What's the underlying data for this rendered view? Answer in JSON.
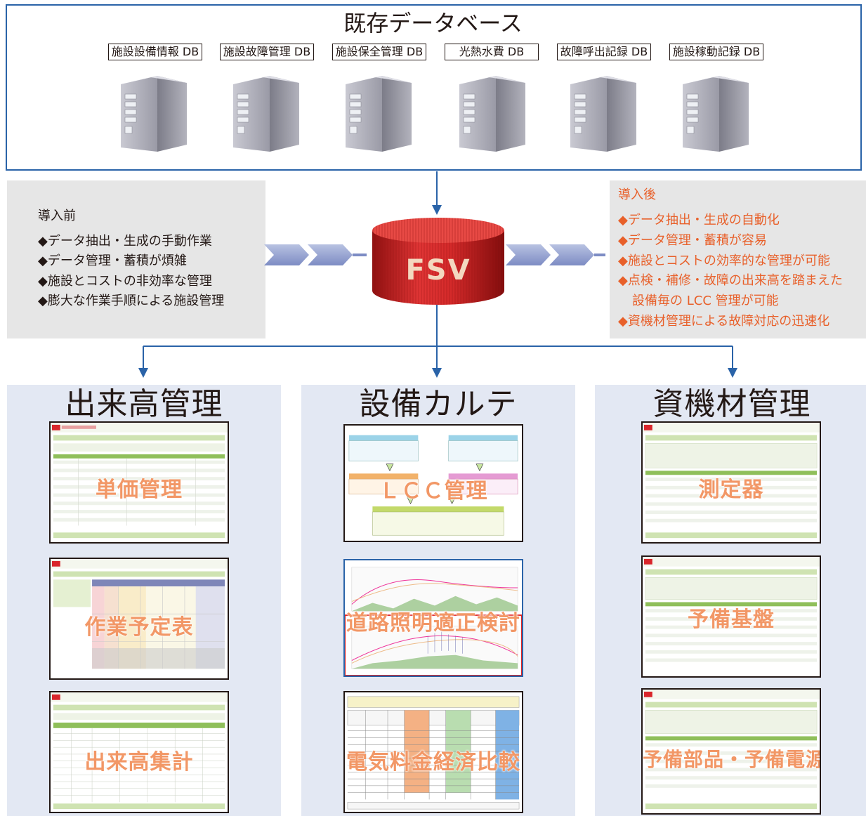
{
  "top": {
    "title": "既存データベース",
    "databases": [
      "施設設備情報 DB",
      "施設故障管理 DB",
      "施設保全管理 DB",
      "光熱水費 DB",
      "故障呼出記録 DB",
      "施設稼動記録 DB"
    ]
  },
  "center": {
    "label": "FSV"
  },
  "before": {
    "heading": "導入前",
    "items": [
      "◆データ抽出・生成の手動作業",
      "◆データ管理・蓄積が煩雑",
      "◆施設とコストの非効率な管理",
      "◆膨大な作業手順による施設管理"
    ]
  },
  "after": {
    "heading": "導入後",
    "items": [
      "◆データ抽出・生成の自動化",
      "◆データ管理・蓄積が容易",
      "◆施設とコストの効率的な管理が可能",
      "◆点検・補修・故障の出来高を踏まえた",
      "設備毎の LCC 管理が可能",
      "◆資機材管理による故障対応の迅速化"
    ]
  },
  "columns": [
    {
      "title": "出来高管理",
      "screens": [
        "単価管理",
        "作業予定表",
        "出来高集計"
      ]
    },
    {
      "title": "設備カルテ",
      "screens": [
        "ＬＣＣ管理",
        "道路照明適正検討",
        "電気料金経済比較"
      ]
    },
    {
      "title": "資機材管理",
      "screens": [
        "測定器",
        "予備基盤",
        "予備部品・予備電源"
      ]
    }
  ],
  "colors": {
    "frame_blue": "#2a63a8",
    "after_orange": "#e8602a",
    "overlay_orange": "#f29766",
    "fsv_red": "#d42a2a",
    "panel_gray": "#e6e6e6",
    "column_blue": "#e3e8f3"
  }
}
